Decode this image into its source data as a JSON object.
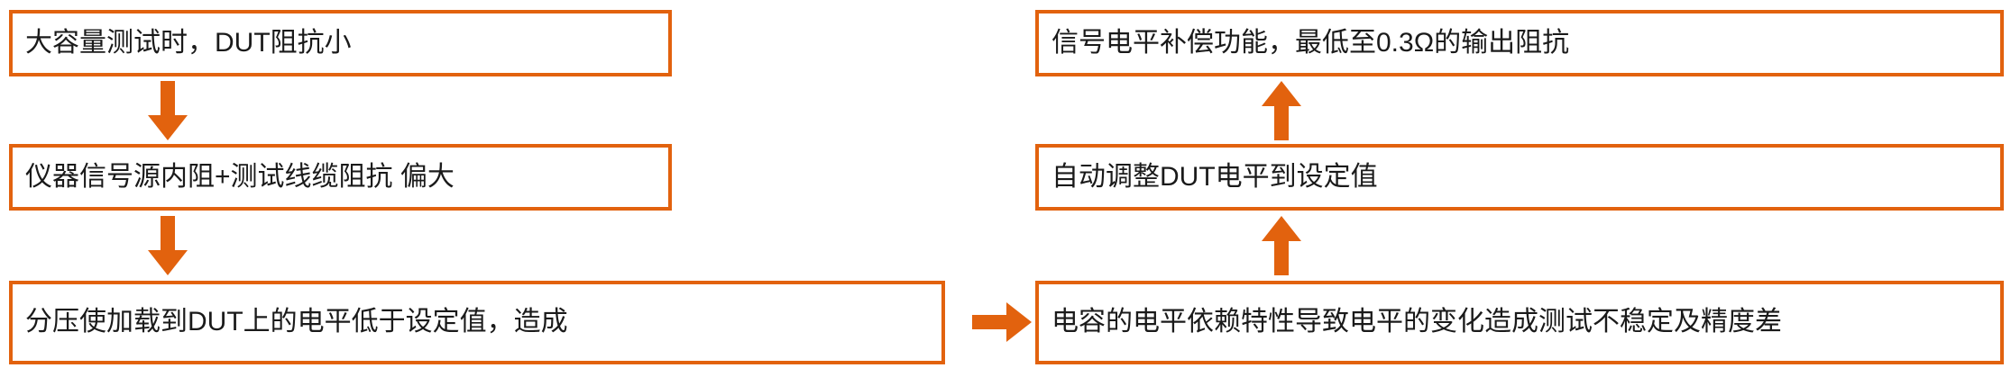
{
  "diagram": {
    "title": "DUT impedance and level compensation flow",
    "accent_color": "#E2620E",
    "text_color": "#1A1A1A",
    "background_color": "#FFFFFF",
    "left_column": {
      "boxes": [
        {
          "id": "l1",
          "text": "大容量测试时，DUT阻抗小"
        },
        {
          "id": "l2",
          "text": "仪器信号源内阻+测试线缆阻抗  偏大"
        },
        {
          "id": "l3",
          "text": "分压使加载到DUT上的电平低于设定值，造成"
        }
      ]
    },
    "right_column": {
      "boxes": [
        {
          "id": "r1",
          "text": "信号电平补偿功能，最低至0.3Ω的输出阻抗"
        },
        {
          "id": "r2",
          "text": "自动调整DUT电平到设定值"
        },
        {
          "id": "r3",
          "text": "电容的电平依赖特性导致电平的变化造成测试不稳定及精度差"
        }
      ]
    },
    "arrows": [
      {
        "id": "l1",
        "direction": "down",
        "from": "l1",
        "to": "l2"
      },
      {
        "id": "l2",
        "direction": "down",
        "from": "l2",
        "to": "l3"
      },
      {
        "id": "mid",
        "direction": "right",
        "from": "l3",
        "to": "r3"
      },
      {
        "id": "r2",
        "direction": "up",
        "from": "r3",
        "to": "r2"
      },
      {
        "id": "r1",
        "direction": "up",
        "from": "r2",
        "to": "r1"
      }
    ]
  }
}
